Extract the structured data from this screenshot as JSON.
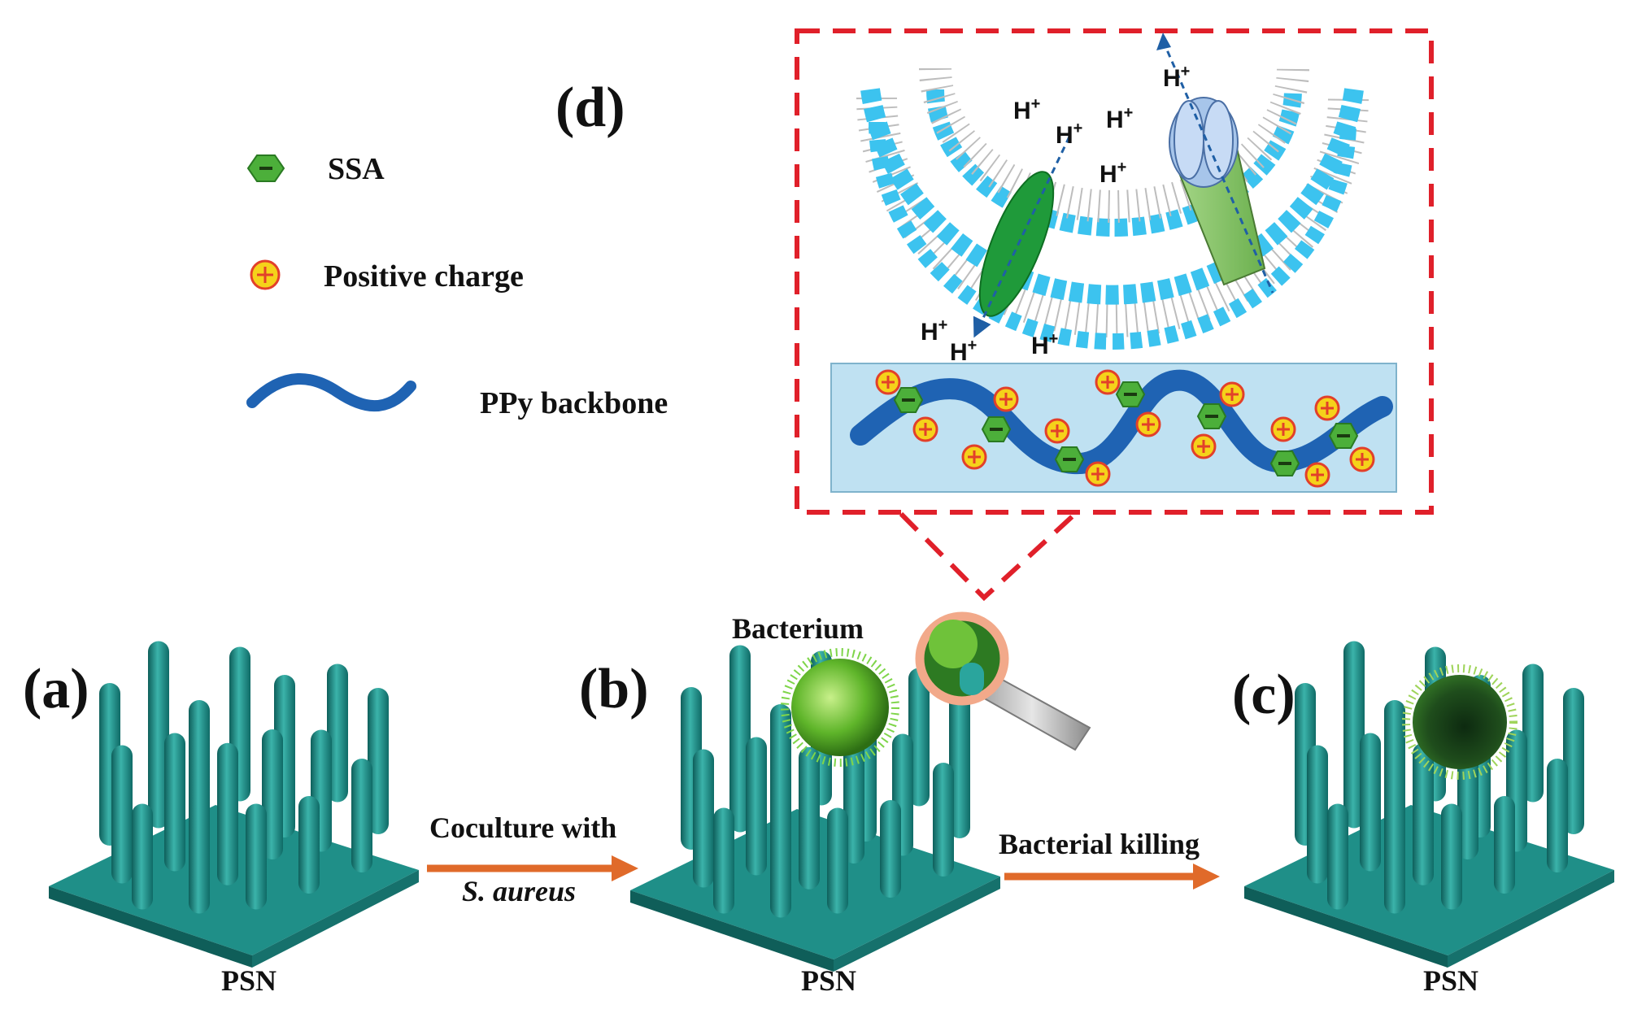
{
  "panels": {
    "a": "(a)",
    "b": "(b)",
    "c": "(c)",
    "d": "(d)"
  },
  "legend": {
    "ssa": "SSA",
    "positive_charge": "Positive charge",
    "ppy_backbone": "PPy backbone"
  },
  "substrate_label": "PSN",
  "bacterium_label": "Bacterium",
  "arrows": {
    "coculture_line1": "Coculture with",
    "coculture_line2": "S. aureus",
    "killing": "Bacterial killing"
  },
  "proton": {
    "symbol": "H",
    "charge": "+"
  },
  "colors": {
    "pillar": "#1e8f8a",
    "substrate": "#1a7f7a",
    "arrow": "#e06a2a",
    "dashed_box": "#e0202a",
    "membrane": "#3cc3ef",
    "ppy": "#1f63b3",
    "ssa": "#4caf3a",
    "positive": "#f5d21a"
  },
  "icons": [
    "ssa-icon",
    "positive-charge-icon",
    "ppy-backbone-icon",
    "magnifier-icon",
    "bacterium-icon"
  ]
}
